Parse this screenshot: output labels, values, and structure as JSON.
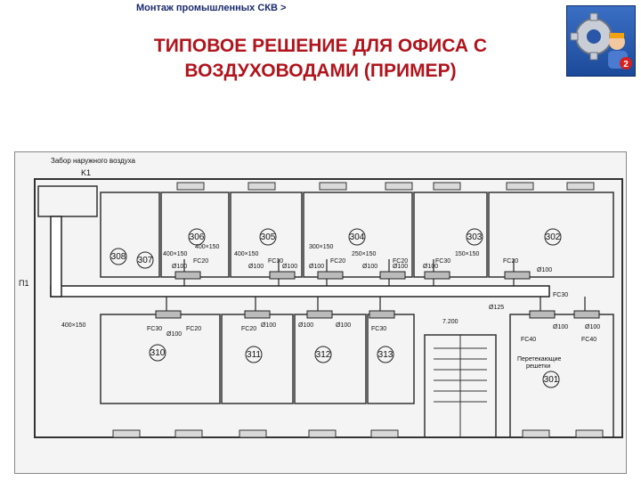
{
  "header": {
    "breadcrumb": "Монтаж промышленных СКВ >",
    "title_line1": "ТИПОВОЕ РЕШЕНИЕ ДЛЯ ОФИСА С",
    "title_line2": "ВОЗДУХОВОДАМИ (ПРИМЕР)"
  },
  "logo": {
    "badge": "2",
    "icon": "gear-wrench-worker-icon"
  },
  "plan": {
    "outdoor_air_label": "Забор наружного воздуха",
    "k1_label": "K1",
    "p1_label": "П1",
    "rooms": {
      "r306": "306",
      "r305": "305",
      "r304": "304",
      "r303": "303",
      "r302": "302",
      "r308": "308",
      "r307": "307",
      "r310": "310",
      "r311": "311",
      "r312": "312",
      "r313": "313",
      "r301": "301"
    },
    "ducts": {
      "d1": "400×150",
      "d2": "400×150",
      "d3": "400×150",
      "d4": "300×150",
      "d5": "250×150",
      "d6": "150×150",
      "d7": "400×150"
    },
    "diam": {
      "a1": "Ø100",
      "a2": "Ø100",
      "a3": "Ø100",
      "a4": "Ø100",
      "a5": "Ø100",
      "a6": "Ø100",
      "a7": "Ø100",
      "a8": "Ø100",
      "b1": "Ø100",
      "b2": "Ø100",
      "b3": "Ø100",
      "b4": "Ø100",
      "b5": "Ø100",
      "b6": "Ø100",
      "c1": "Ø125"
    },
    "units": {
      "u1": "FC20",
      "u2": "FC30",
      "u3": "FC20",
      "u4": "FC20",
      "u5": "FC30",
      "u6": "FC20",
      "u7": "FC30",
      "u8": "FC20",
      "u9": "FC20",
      "u10": "FC30",
      "u11": "FC40",
      "u12": "FC40",
      "u13": "FC30"
    },
    "level_mark": "7.200",
    "overflow_label_1": "Перетекающие",
    "overflow_label_2": "решетки"
  }
}
